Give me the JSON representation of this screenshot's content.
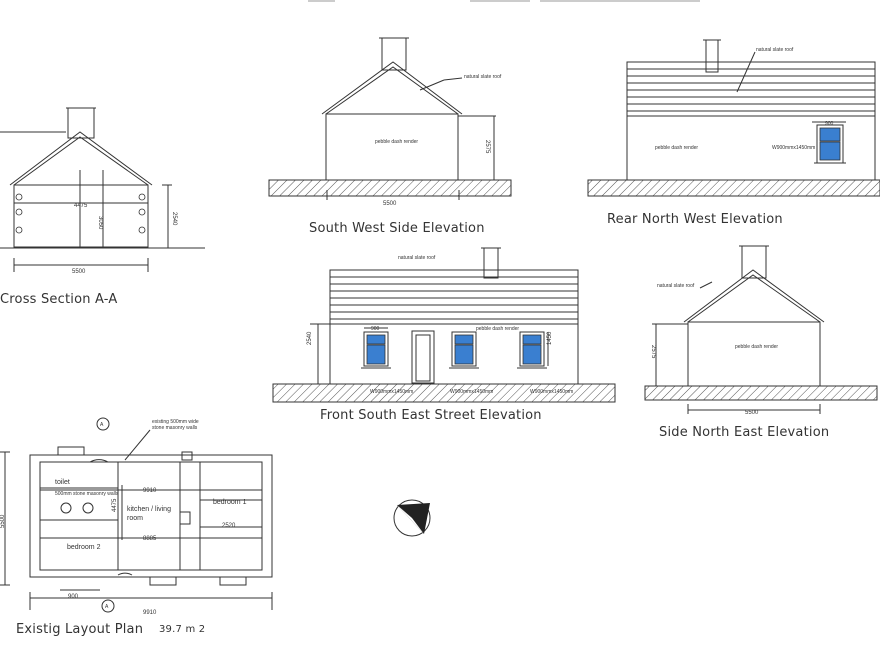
{
  "captions": {
    "cross_section": "Cross Section A-A",
    "south_west": "South West Side Elevation",
    "rear_north_west": "Rear North West Elevation",
    "front_south_east": "Front South East Street Elevation",
    "side_north_east": "Side North East Elevation",
    "layout_plan": "Existig Layout Plan",
    "area": "39.7 m 2"
  },
  "notes": {
    "natural_slate_roof": "natural slate roof",
    "pebble_dash_render": "pebble dash render",
    "window_size": "W900mmx1450mm",
    "existing_walls_1": "existing 500mm wide",
    "existing_walls_2": "stone masonry walls",
    "stone_masonry": "500mm stone masonry walls",
    "north": "North",
    "section_marker": "A"
  },
  "dimensions": {
    "width_5500": "5500",
    "inner_4475": "4475",
    "h_3050": "3050",
    "h_2540": "2540",
    "h_2575": "2575",
    "w_900": "900",
    "h_1450": "1450",
    "plan_9910": "9910",
    "plan_8885": "8885",
    "plan_2520": "2520",
    "plan_5500": "5500",
    "plan_4475": "4475"
  },
  "rooms": {
    "toilet": "toilet",
    "kitchen": "kitchen / living",
    "kitchen2": "room",
    "bedroom1": "bedroom 1",
    "bedroom2": "bedroom 2"
  },
  "colors": {
    "line": "#333333",
    "glass": "#3a7fd0",
    "hatch": "#555555"
  }
}
